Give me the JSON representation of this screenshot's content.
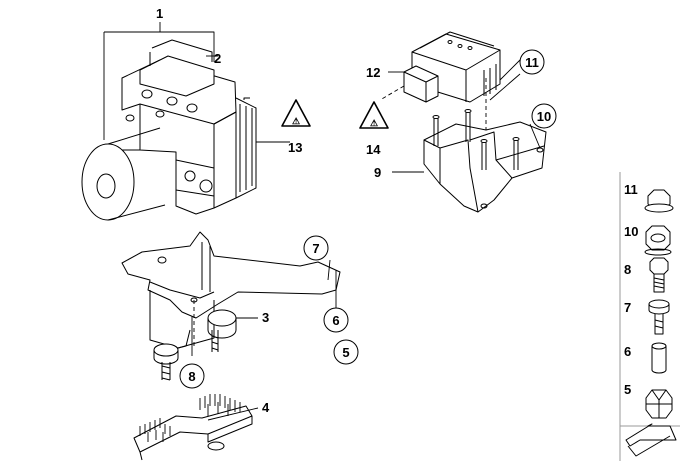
{
  "diagram": {
    "callouts": {
      "c1": "1",
      "c2": "2",
      "c3": "3",
      "c4": "4",
      "c5": "5",
      "c6": "6",
      "c7": "7",
      "c8": "8",
      "c9": "9",
      "c10": "10",
      "c11": "11",
      "c12": "12",
      "c13": "13",
      "c14": "14"
    },
    "warning_symbol": "⚠",
    "side_panel": {
      "items": [
        {
          "label": "11",
          "icon": "flange-nut-icon"
        },
        {
          "label": "10",
          "icon": "hex-nut-icon"
        },
        {
          "label": "8",
          "icon": "hex-bolt-icon"
        },
        {
          "label": "7",
          "icon": "flange-bolt-icon"
        },
        {
          "label": "6",
          "icon": "spacer-sleeve-icon"
        },
        {
          "label": "5",
          "icon": "rubber-mount-icon"
        }
      ],
      "nav_icon": "arrow-icon"
    }
  }
}
